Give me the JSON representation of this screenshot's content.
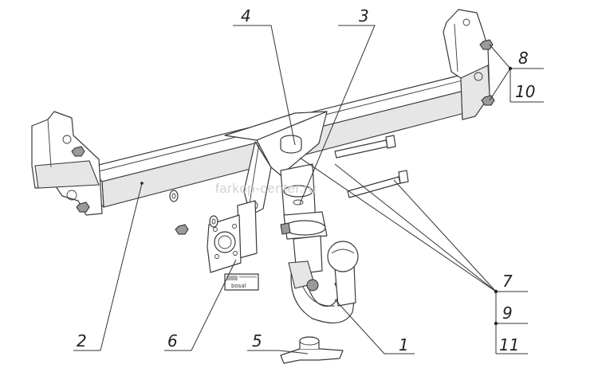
{
  "watermark": "farkop-center.ru",
  "plate_label": "bosal",
  "callouts": {
    "c1": "1",
    "c2": "2",
    "c3": "3",
    "c4": "4",
    "c5": "5",
    "c6": "6",
    "c7": "7",
    "c8": "8",
    "c9": "9",
    "c10": "10",
    "c11": "11"
  },
  "colors": {
    "line": "#3a3a3a",
    "watermark": "#d2d2d2"
  }
}
